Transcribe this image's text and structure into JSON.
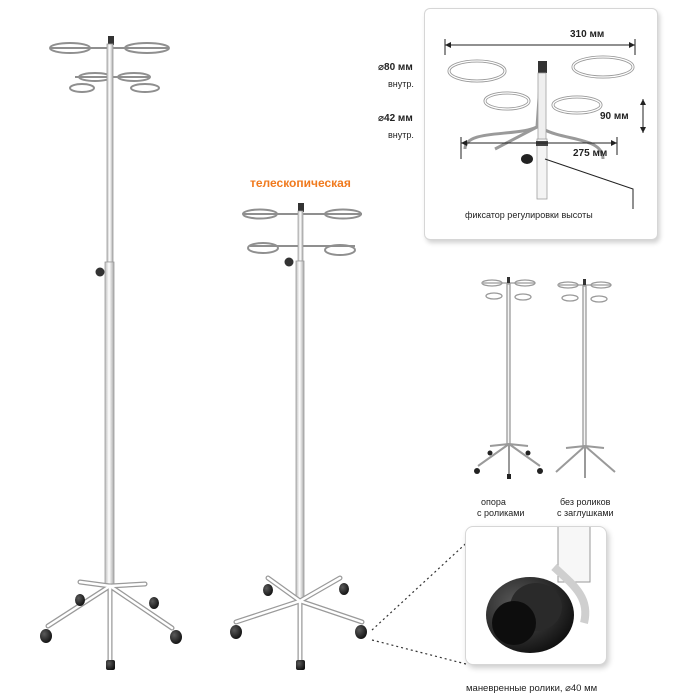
{
  "labels": {
    "telescopic": "телескопическая",
    "width_top": "310 мм",
    "ring_outer": "⌀80 мм",
    "inner_1": "внутр.",
    "ring_inner": "⌀42 мм",
    "inner_2": "внутр.",
    "height_gap": "90 мм",
    "width_bottom": "275 мм",
    "height_lock": "фиксатор регулировки высоты",
    "variant_casters_1": "опора",
    "variant_casters_2": "с роликами",
    "variant_plugs_1": "без роликов",
    "variant_plugs_2": "с заглушками",
    "caster_note": "маневренные ролики, ⌀40 мм"
  },
  "colors": {
    "frame": "#f2f2f2",
    "frame_edge": "#9a9a9a",
    "accent": "#f07a1e",
    "wheel": "#1e1e1e"
  }
}
